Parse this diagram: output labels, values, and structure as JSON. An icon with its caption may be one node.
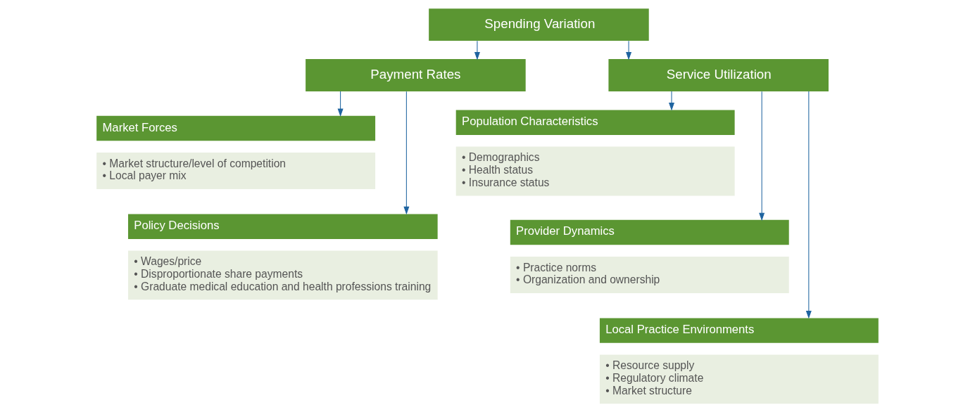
{
  "diagram": {
    "nodes": [
      {
        "text": [
          "Spending Variation"
        ]
      },
      {
        "text": [
          "Payment Rates"
        ]
      },
      {
        "text": [
          "Service Utilization"
        ]
      },
      {
        "text": [
          "Market Forces",
          "• Market structure/level of competition",
          "• Local payer mix"
        ]
      },
      {
        "text": [
          "Policy Decisions",
          "• Wages/price",
          "• Disproportionate share payments",
          "• Graduate medical education and health professions training"
        ]
      },
      {
        "text": [
          "Population Characteristics",
          "• Demographics",
          "• Health status",
          "• Insurance status"
        ]
      },
      {
        "text": [
          "Provider Dynamics",
          "• Practice norms",
          "• Organization and ownership"
        ]
      },
      {
        "text": [
          "Local Practice Environments",
          "• Resource supply",
          "• Regulatory climate",
          "• Market structure"
        ]
      }
    ],
    "edges": [
      {
        "from": 0,
        "to": 1,
        "arrow": "to"
      },
      {
        "from": 0,
        "to": 2,
        "arrow": "to"
      },
      {
        "from": 1,
        "to": 3,
        "arrow": "to"
      },
      {
        "from": 1,
        "to": 4,
        "arrow": "to"
      },
      {
        "from": 2,
        "to": 5,
        "arrow": "to"
      },
      {
        "from": 2,
        "to": 6,
        "arrow": "to"
      },
      {
        "from": 2,
        "to": 7,
        "arrow": "to"
      }
    ]
  }
}
